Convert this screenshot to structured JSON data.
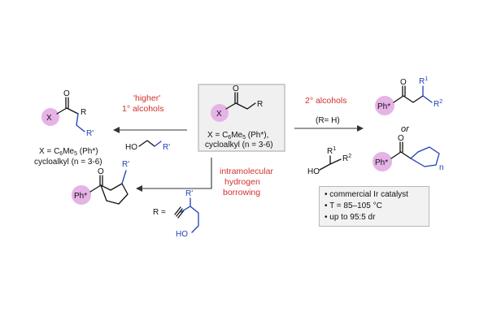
{
  "center": {
    "x_label": "X",
    "r_label": "R",
    "line1": "X = C",
    "line1_sub": "6",
    "line1_mid": "Me",
    "line1_sub2": "5",
    "line1_end": " (Ph*),",
    "line2": "cycloalkyl (n = 3-6)",
    "box_fill": "#f0f0f0",
    "box_stroke": "#c0c0c0"
  },
  "left_arrow": {
    "label_line1": "'higher'",
    "label_line2": "1° alcohols",
    "reagent_ho": "HO",
    "reagent_r": "R'"
  },
  "left_product": {
    "x_label": "X",
    "r_label": "R",
    "rp_label": "R'",
    "line1": "X = C",
    "line1_sub": "6",
    "line1_mid": "Me",
    "line1_sub2": "5",
    "line1_end": " (Ph*)",
    "line2": "cycloalkyl (n = 3-6)"
  },
  "right_arrow": {
    "label_top": "2° alcohols",
    "label_condition": "(R= H)",
    "r1": "R",
    "r1_sup": "1",
    "r2": "R",
    "r2_sup": "2",
    "ho": "HO"
  },
  "right_products": {
    "p1_ph": "Ph*",
    "p1_r1": "R",
    "p1_r1_sup": "1",
    "p1_r2": "R",
    "p1_r2_sup": "2",
    "or_text": "or",
    "p2_ph": "Ph*",
    "p2_n": "n"
  },
  "down_arrow": {
    "label_line1": "intramolecular",
    "label_line2": "hydrogen",
    "label_line3": "borrowing",
    "r_eq": "R =",
    "rp": "R'",
    "ho": "HO"
  },
  "bottom_product": {
    "ph": "Ph*",
    "rp": "R'"
  },
  "conditions": {
    "items": [
      "• commercial Ir catalyst",
      "• T = 85–105 °C",
      "• up to 95:5 dr"
    ]
  },
  "colors": {
    "accent_red": "#d0312d",
    "accent_blue": "#1f3fb5",
    "highlight_pink": "#e6b3e6"
  }
}
